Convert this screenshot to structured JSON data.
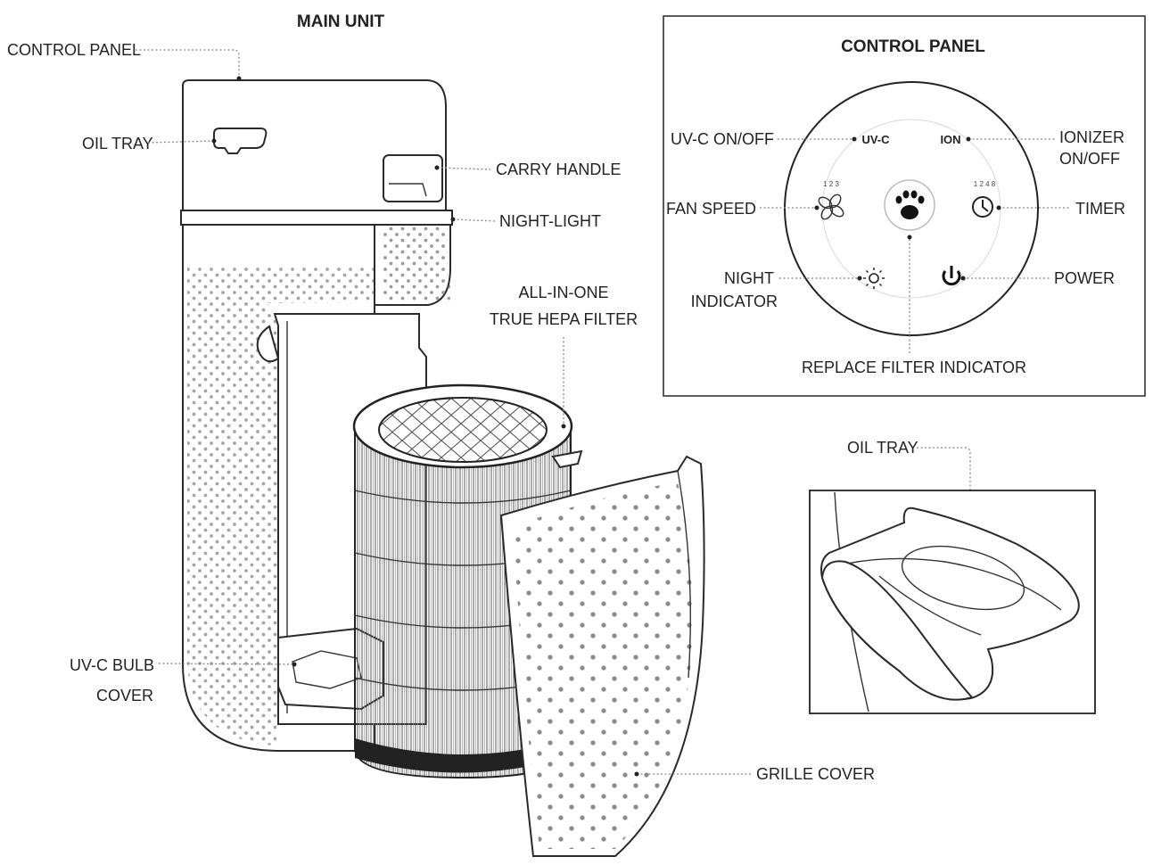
{
  "main_unit": {
    "title": "MAIN UNIT",
    "labels": {
      "control_panel": "CONTROL PANEL",
      "oil_tray": "OIL TRAY",
      "carry_handle": "CARRY HANDLE",
      "night_light": "NIGHT-LIGHT",
      "hepa_line1": "ALL-IN-ONE",
      "hepa_line2": "TRUE HEPA FILTER",
      "uvc_line1": "UV-C BULB",
      "uvc_line2": "COVER",
      "grille_cover": "GRILLE COVER"
    }
  },
  "control_panel_inset": {
    "title": "CONTROL PANEL",
    "buttons": {
      "uvc": "UV-C",
      "ion": "ION"
    },
    "labels": {
      "uvc_onoff": "UV-C ON/OFF",
      "ionizer_line1": "IONIZER",
      "ionizer_line2": "ON/OFF",
      "fan_speed": "FAN SPEED",
      "timer": "TIMER",
      "night_line1": "NIGHT",
      "night_line2": "INDICATOR",
      "power": "POWER",
      "replace_filter": "REPLACE FILTER INDICATOR"
    },
    "fan_speed_marks": "1 2 3",
    "timer_marks": "1 2 4 8"
  },
  "oil_tray_inset": {
    "title": "OIL TRAY"
  }
}
